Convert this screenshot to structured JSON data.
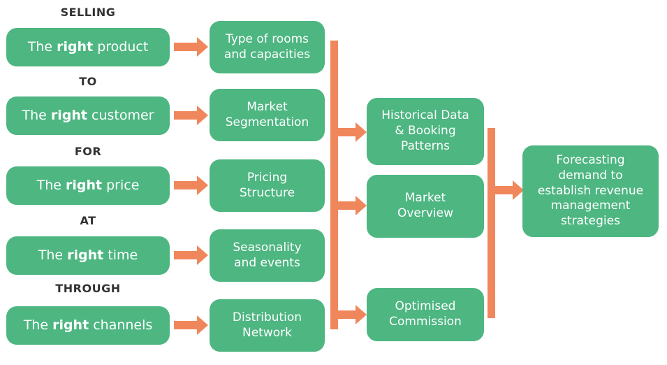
{
  "colors": {
    "green": "#4db681",
    "orange": "#f0875c",
    "label_text": "#333333",
    "box_text": "#ffffff"
  },
  "icons": {
    "right_arrow": "css-triangle-right",
    "connector_line": "css-rect-vertical"
  },
  "left_column": {
    "items": [
      {
        "label": "SELLING",
        "prefix": "The ",
        "bold": "right",
        "suffix": " product"
      },
      {
        "label": "TO",
        "prefix": "The ",
        "bold": "right",
        "suffix": " customer"
      },
      {
        "label": "FOR",
        "prefix": "The ",
        "bold": "right",
        "suffix": " price"
      },
      {
        "label": "AT",
        "prefix": "The ",
        "bold": "right",
        "suffix": " time"
      },
      {
        "label": "THROUGH",
        "prefix": "The ",
        "bold": "right",
        "suffix": " channels"
      }
    ]
  },
  "middle_column": {
    "items": [
      {
        "text": "Type of rooms\nand capacities"
      },
      {
        "text": "Market\nSegmentation"
      },
      {
        "text": "Pricing\nStructure"
      },
      {
        "text": "Seasonality\nand events"
      },
      {
        "text": "Distribution\nNetwork"
      }
    ]
  },
  "right_column": {
    "items": [
      {
        "text": "Historical Data\n& Booking\nPatterns"
      },
      {
        "text": "Market\nOverview"
      },
      {
        "text": "Optimised\nCommission"
      }
    ]
  },
  "final_box": {
    "text": "Forecasting\ndemand to\nestablish revenue\nmanagement\nstrategies"
  }
}
